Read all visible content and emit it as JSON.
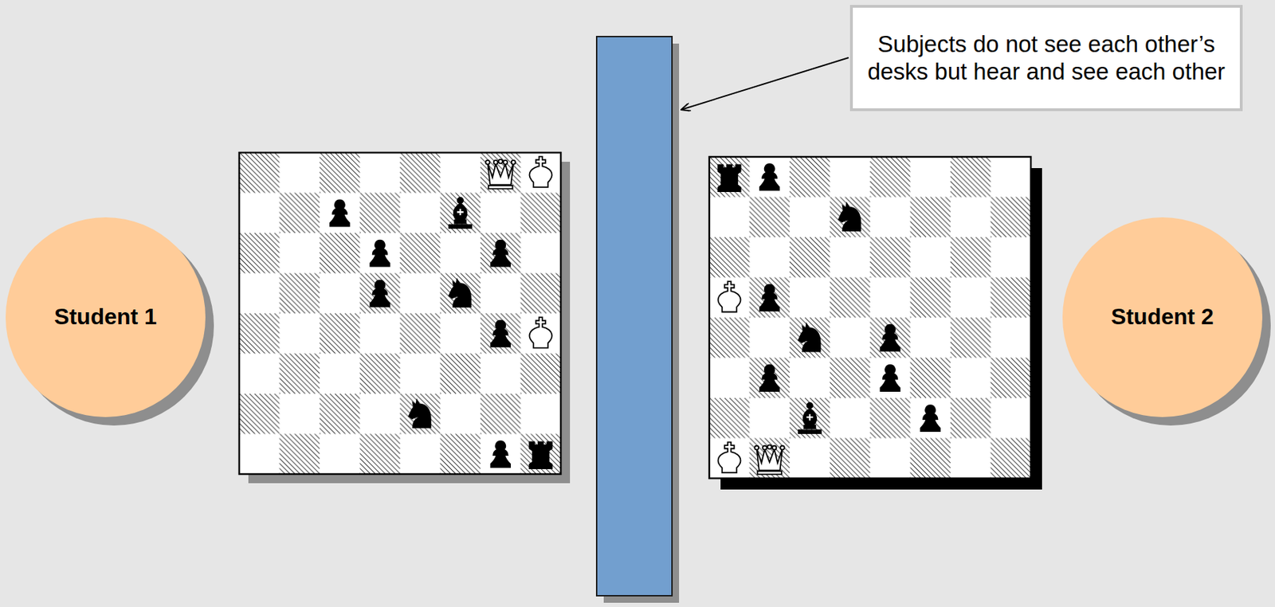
{
  "diagram": {
    "nodes": [
      {
        "text": [
          "Subjects do not see each other’s desks but hear and see each other"
        ]
      },
      {
        "text": [
          "Student 1"
        ]
      },
      {
        "text": [
          "Student 2"
        ]
      }
    ]
  }
}
